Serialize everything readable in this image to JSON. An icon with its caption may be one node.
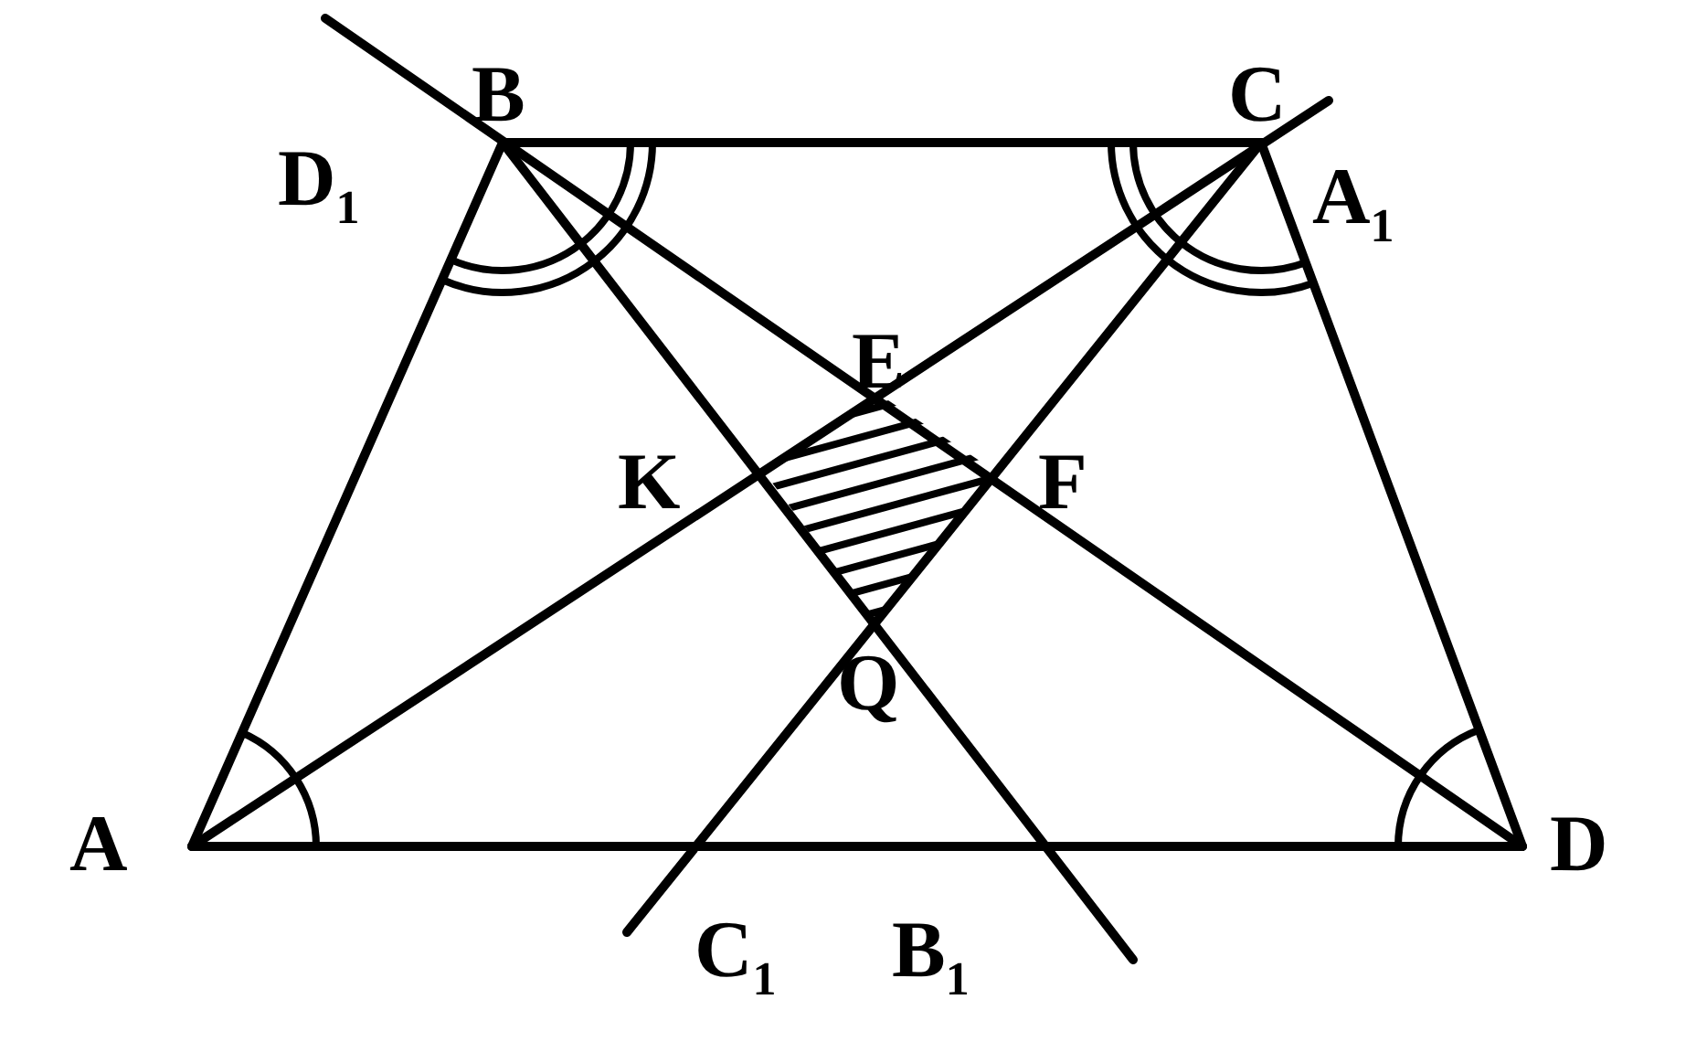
{
  "diagram": {
    "labels": [
      "B",
      "C",
      "D$_{1}$",
      "A$_{1}$",
      "E",
      "K",
      "F",
      "Q",
      "A",
      "D",
      "C$_{1}$",
      "B$_{1}$"
    ]
  }
}
